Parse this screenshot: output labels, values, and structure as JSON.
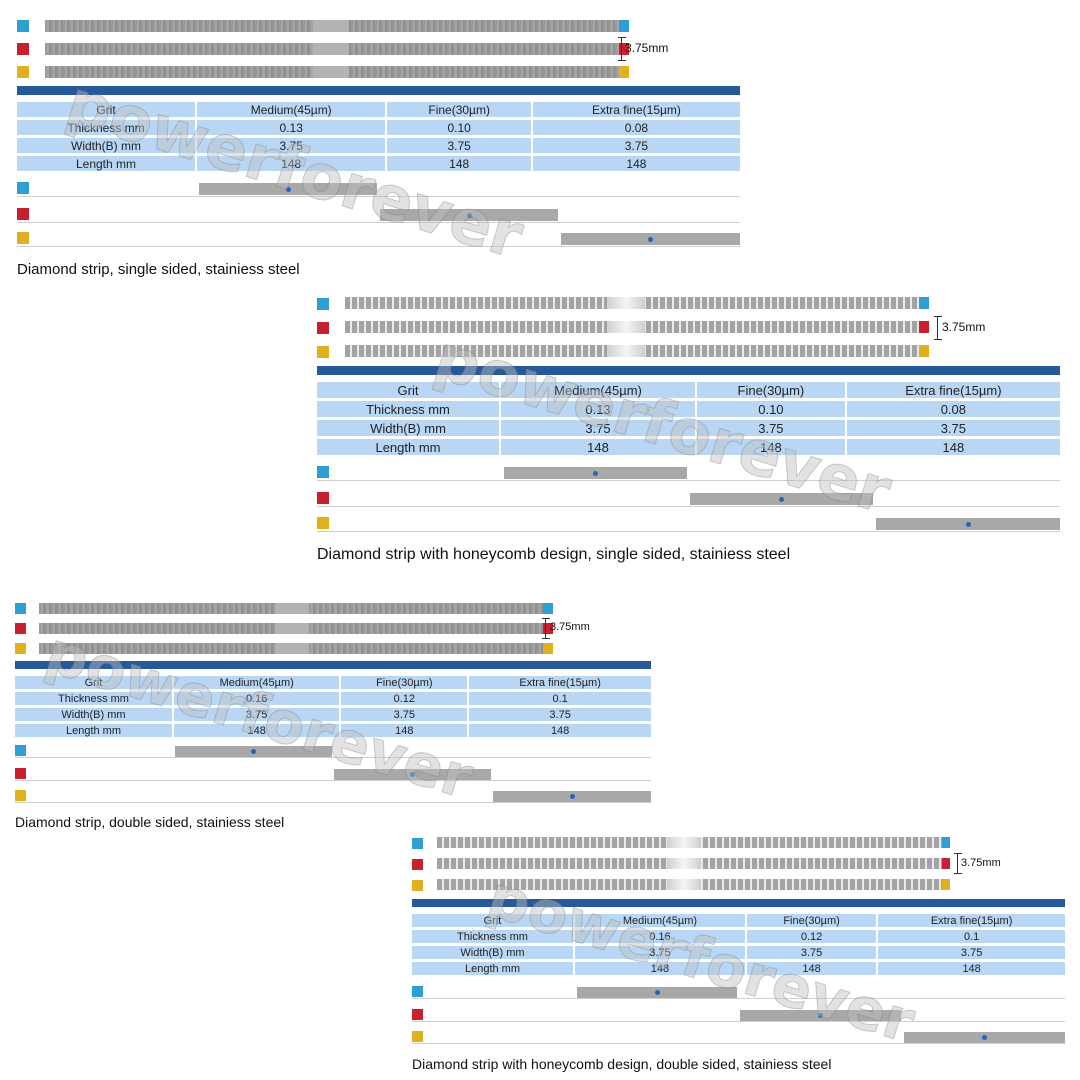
{
  "watermark": "powerforever",
  "colors": {
    "blue": "#2f9fd3",
    "red": "#c8202f",
    "yellow": "#e0b020",
    "header": "#26599a",
    "cell": "#b9d7f5"
  },
  "dimension_label": "3.75mm",
  "columns": [
    "Grit",
    "Medium(45µm)",
    "Fine(30µm)",
    "Extra fine(15µm)"
  ],
  "row_labels": [
    "Thickness mm",
    "Width(B) mm",
    "Length mm"
  ],
  "products": [
    {
      "caption": "Diamond strip, single sided, stainiess steel",
      "thickness": [
        "0.13",
        "0.10",
        "0.08"
      ],
      "width": [
        "3.75",
        "3.75",
        "3.75"
      ],
      "length": [
        "148",
        "148",
        "148"
      ]
    },
    {
      "caption": "Diamond strip with honeycomb design, single sided, stainiess steel",
      "thickness": [
        "0.13",
        "0.10",
        "0.08"
      ],
      "width": [
        "3.75",
        "3.75",
        "3.75"
      ],
      "length": [
        "148",
        "148",
        "148"
      ]
    },
    {
      "caption": "Diamond strip, double sided, stainiess steel",
      "thickness": [
        "0.16",
        "0.12",
        "0.1"
      ],
      "width": [
        "3.75",
        "3.75",
        "3.75"
      ],
      "length": [
        "148",
        "148",
        "148"
      ]
    },
    {
      "caption": "Diamond strip with honeycomb design, double sided, stainiess steel",
      "thickness": [
        "0.16",
        "0.12",
        "0.1"
      ],
      "width": [
        "3.75",
        "3.75",
        "3.75"
      ],
      "length": [
        "148",
        "148",
        "148"
      ]
    }
  ]
}
